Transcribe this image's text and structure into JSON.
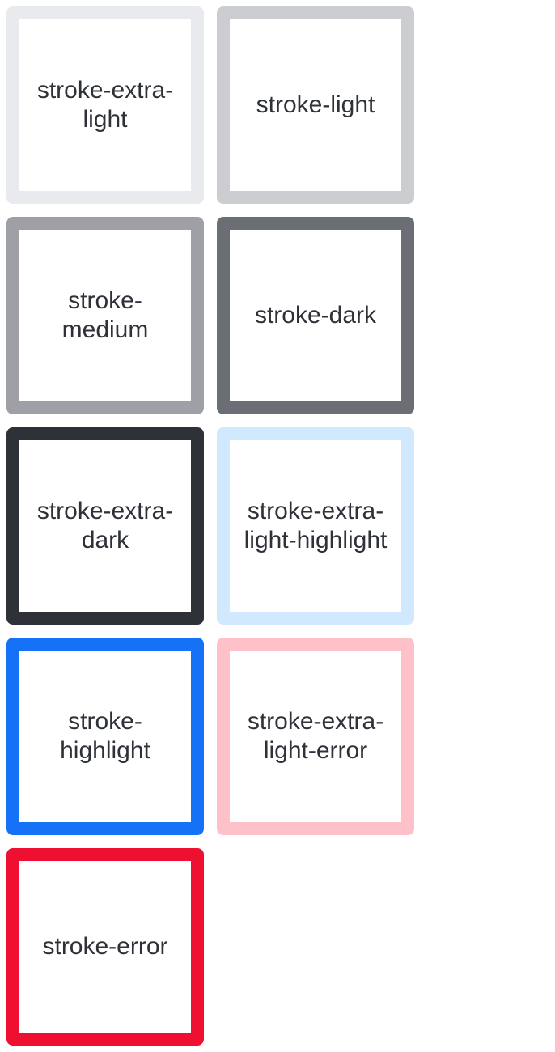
{
  "swatches": [
    {
      "label": "stroke-extra-light",
      "color": "#e9eaed"
    },
    {
      "label": "stroke-light",
      "color": "#cbcdd0"
    },
    {
      "label": "stroke-medium",
      "color": "#9ea0a5"
    },
    {
      "label": "stroke-dark",
      "color": "#6b6f75"
    },
    {
      "label": "stroke-extra-dark",
      "color": "#2e3238"
    },
    {
      "label": "stroke-extra-light-highlight",
      "color": "#d1e9fe"
    },
    {
      "label": "stroke-highlight",
      "color": "#1571f6"
    },
    {
      "label": "stroke-extra-light-error",
      "color": "#fec1ca"
    },
    {
      "label": "stroke-error",
      "color": "#ef0f30"
    }
  ]
}
